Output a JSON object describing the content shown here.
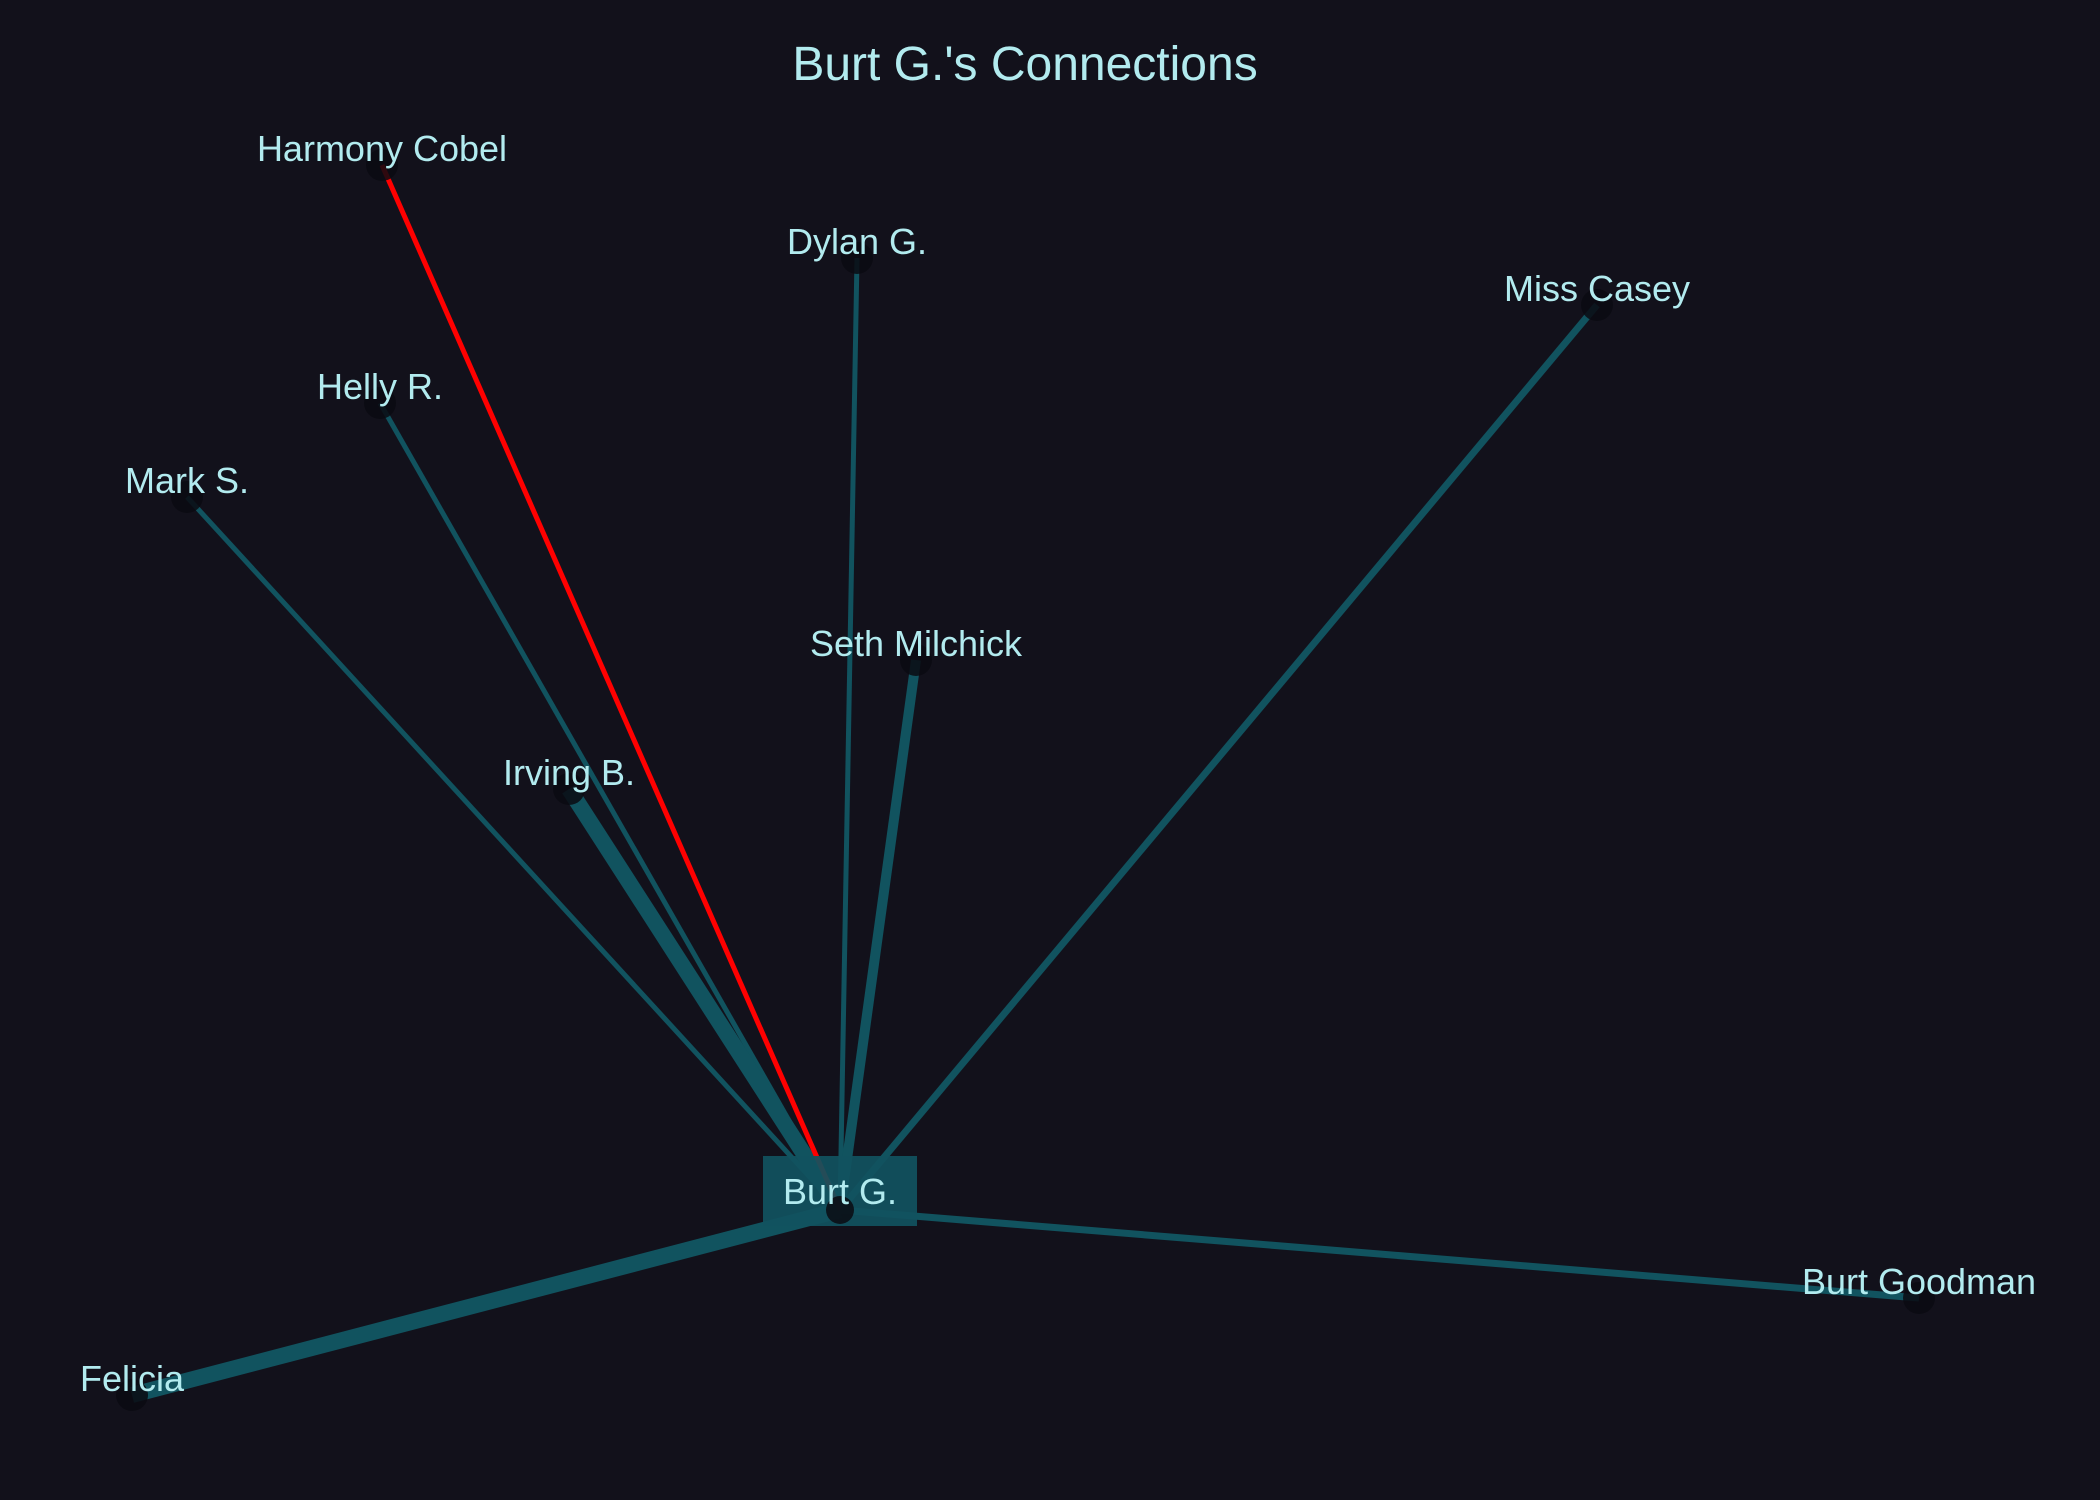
{
  "title": "Burt G.'s Connections",
  "colors": {
    "background": "#12111b",
    "edge": "#11535f",
    "edge_highlight": "#ff0000",
    "label": "#b2ebef",
    "center_box": "#11535f"
  },
  "network": {
    "center": {
      "id": "burt-g",
      "label": "Burt G."
    },
    "nodes": [
      {
        "id": "harmony-cobel",
        "label": "Harmony Cobel"
      },
      {
        "id": "dylan-g",
        "label": "Dylan G."
      },
      {
        "id": "miss-casey",
        "label": "Miss Casey"
      },
      {
        "id": "helly-r",
        "label": "Helly R."
      },
      {
        "id": "mark-s",
        "label": "Mark S."
      },
      {
        "id": "seth-milchick",
        "label": "Seth Milchick"
      },
      {
        "id": "irving-b",
        "label": "Irving B."
      },
      {
        "id": "burt-goodman",
        "label": "Burt Goodman"
      },
      {
        "id": "felicia",
        "label": "Felicia"
      }
    ],
    "edges": [
      {
        "target": "harmony-cobel",
        "weight": 1,
        "highlight": true
      },
      {
        "target": "dylan-g",
        "weight": 1,
        "highlight": false
      },
      {
        "target": "miss-casey",
        "weight": 2,
        "highlight": false
      },
      {
        "target": "helly-r",
        "weight": 1,
        "highlight": false
      },
      {
        "target": "mark-s",
        "weight": 1,
        "highlight": false
      },
      {
        "target": "seth-milchick",
        "weight": 3,
        "highlight": false
      },
      {
        "target": "irving-b",
        "weight": 4,
        "highlight": false
      },
      {
        "target": "burt-goodman",
        "weight": 2,
        "highlight": false
      },
      {
        "target": "felicia",
        "weight": 4,
        "highlight": false
      }
    ]
  }
}
